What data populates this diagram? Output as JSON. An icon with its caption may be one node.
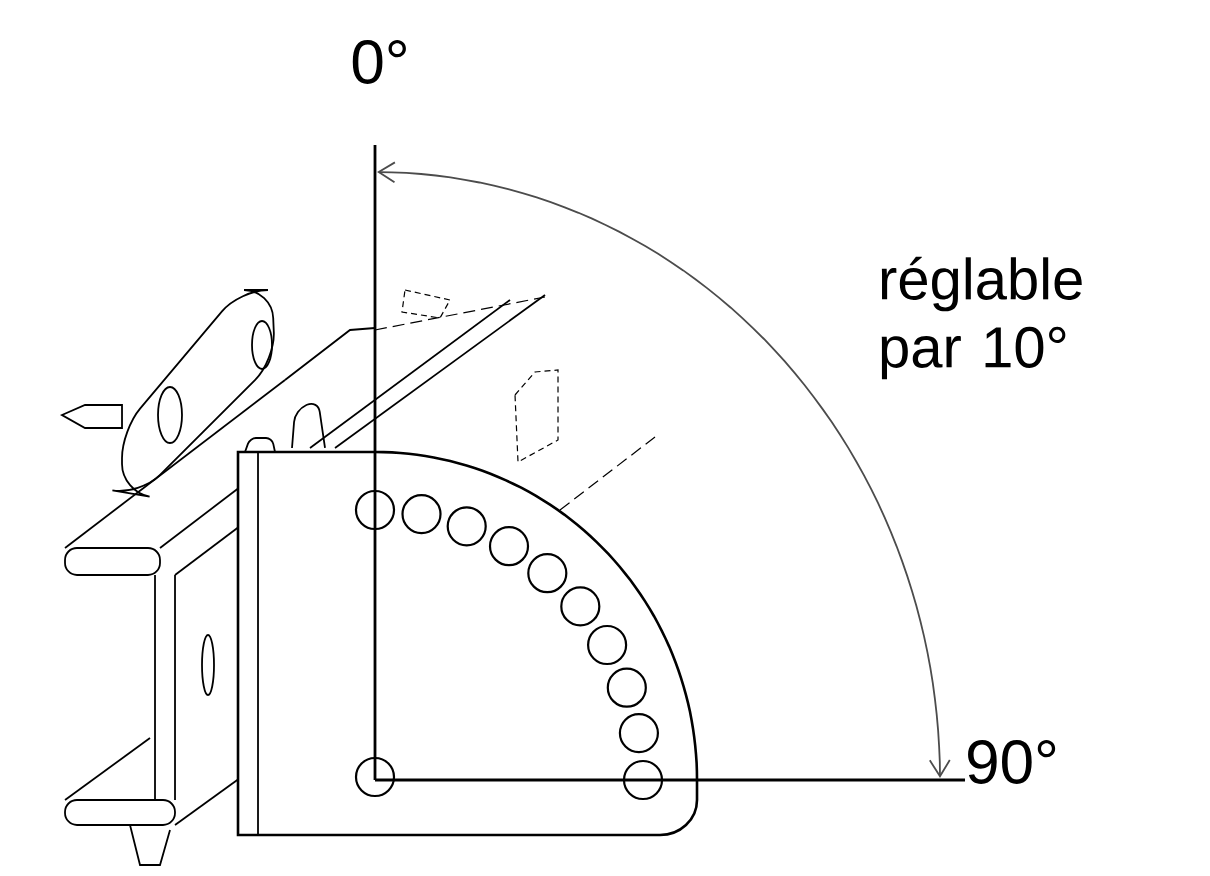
{
  "diagram": {
    "labels": [
      "0°",
      "réglable par 10°",
      "90°"
    ]
  }
}
